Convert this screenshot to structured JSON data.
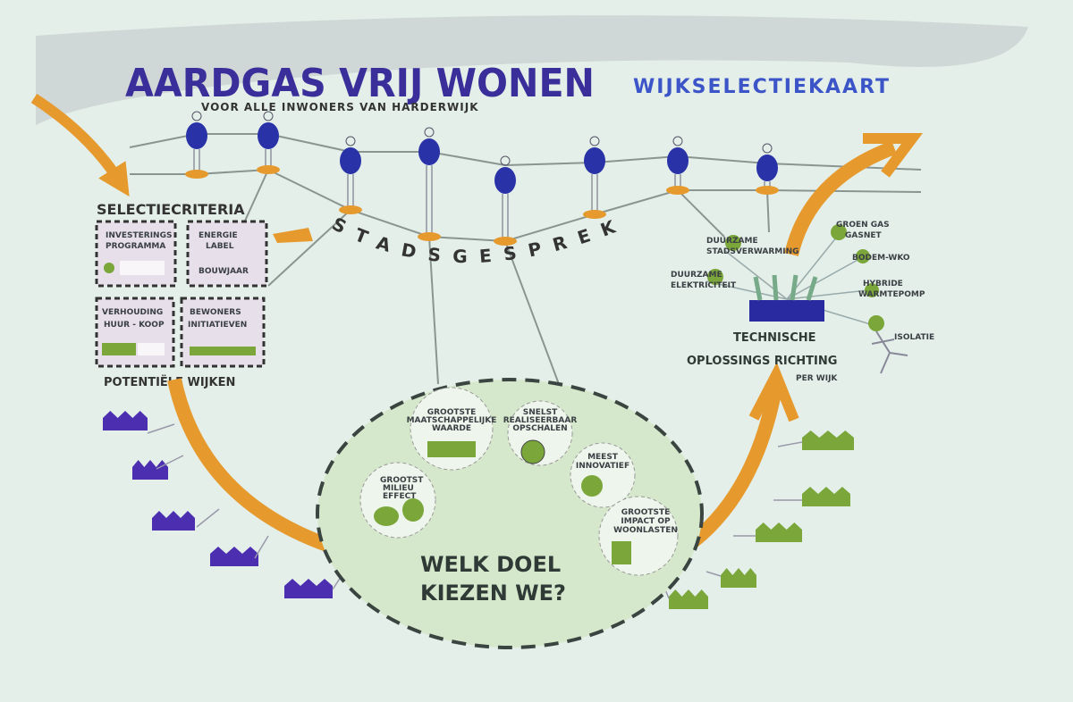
{
  "title": "AARDGAS VRIJ WONEN",
  "subtitle": "VOOR ALLE INWONERS VAN HARDERWIJK",
  "map_title": "WIJKSELECTIEKAART",
  "stadsgesprek": "STADSGESPREK",
  "selection": {
    "heading": "SELECTIECRITERIA",
    "boxes": [
      {
        "line1": "INVESTERINGS",
        "line2": "PROGRAMMA"
      },
      {
        "line1": "ENERGIE",
        "line2": "LABEL",
        "line3": "BOUWJAAR"
      },
      {
        "line1": "VERHOUDING",
        "line2": "HUUR - KOOP"
      },
      {
        "line1": "BEWONERS",
        "line2": "INITIATIEVEN"
      }
    ],
    "footer": "POTENTIËLE WIJKEN"
  },
  "goals": {
    "question_line1": "WELK DOEL",
    "question_line2": "KIEZEN WE?",
    "items": [
      {
        "line1": "GROOTST",
        "line2": "MILIEU",
        "line3": "EFFECT"
      },
      {
        "line1": "GROOTSTE",
        "line2": "MAATSCHAPPELIJKE",
        "line3": "WAARDE"
      },
      {
        "line1": "SNELST",
        "line2": "REALISEERBAAR",
        "line3": "OPSCHALEN"
      },
      {
        "line1": "MEEST",
        "line2": "INNOVATIEF"
      },
      {
        "line1": "GROOTSTE",
        "line2": "IMPACT OP",
        "line3": "WOONLASTEN"
      }
    ]
  },
  "technical": {
    "line1": "TECHNISCHE",
    "line2": "OPLOSSINGS RICHTING",
    "line3": "PER WIJK",
    "options": [
      {
        "line1": "DUURZAME",
        "line2": "STADSVERWARMING"
      },
      {
        "line1": "DUURZAME",
        "line2": "ELEKTRICITEIT"
      },
      {
        "line1": "GROEN GAS",
        "line2": "GASNET"
      },
      {
        "line1": "BODEM-WKO"
      },
      {
        "line1": "HYBRIDE",
        "line2": "WARMTEPOMP"
      },
      {
        "line1": "ISOLATIE"
      }
    ]
  },
  "colors": {
    "background": "#e4efe9",
    "title": "#3a2f9a",
    "accent_blue": "#3b55c8",
    "arrow_orange": "#e69a2e",
    "house_purple": "#4b2fb0",
    "house_green": "#7aa63a",
    "figure_blue": "#2a32a8"
  }
}
